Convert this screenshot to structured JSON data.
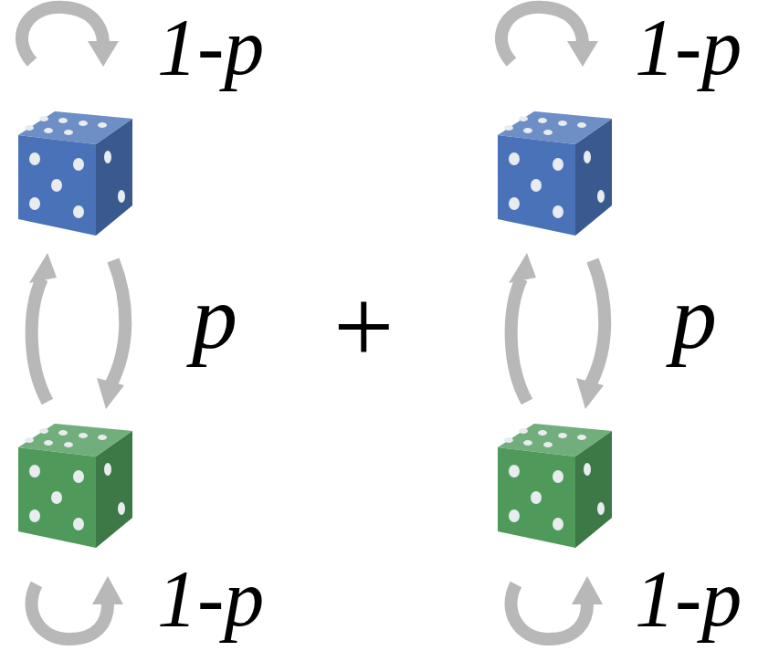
{
  "diagram": {
    "labels": [
      "1-p",
      "1-p",
      "p",
      "+",
      "p",
      "1-p",
      "1-p"
    ]
  }
}
